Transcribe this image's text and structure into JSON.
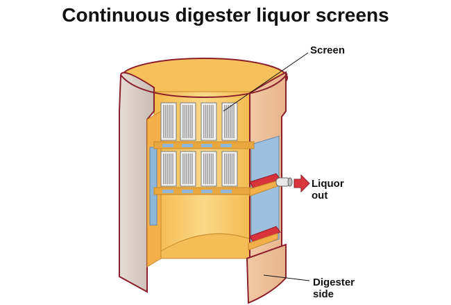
{
  "title": "Continuous digester liquor screens",
  "labels": {
    "screen": "Screen",
    "liquor_out_line1": "Liquor",
    "liquor_out_line2": "out",
    "digester_side_line1": "Digester",
    "digester_side_line2": "side"
  },
  "colors": {
    "outer_shell": "#dcd3cc",
    "shell_edge": "#8b1e2b",
    "inner_wall": "#f7c45a",
    "inner_wall_light": "#fbd98a",
    "screen_bars": "#ffffff",
    "screen_frame": "#7a7a7a",
    "liquor_blue": "#8fb6d8",
    "pipe_red": "#d7333a",
    "arrow": "#d9363e"
  }
}
